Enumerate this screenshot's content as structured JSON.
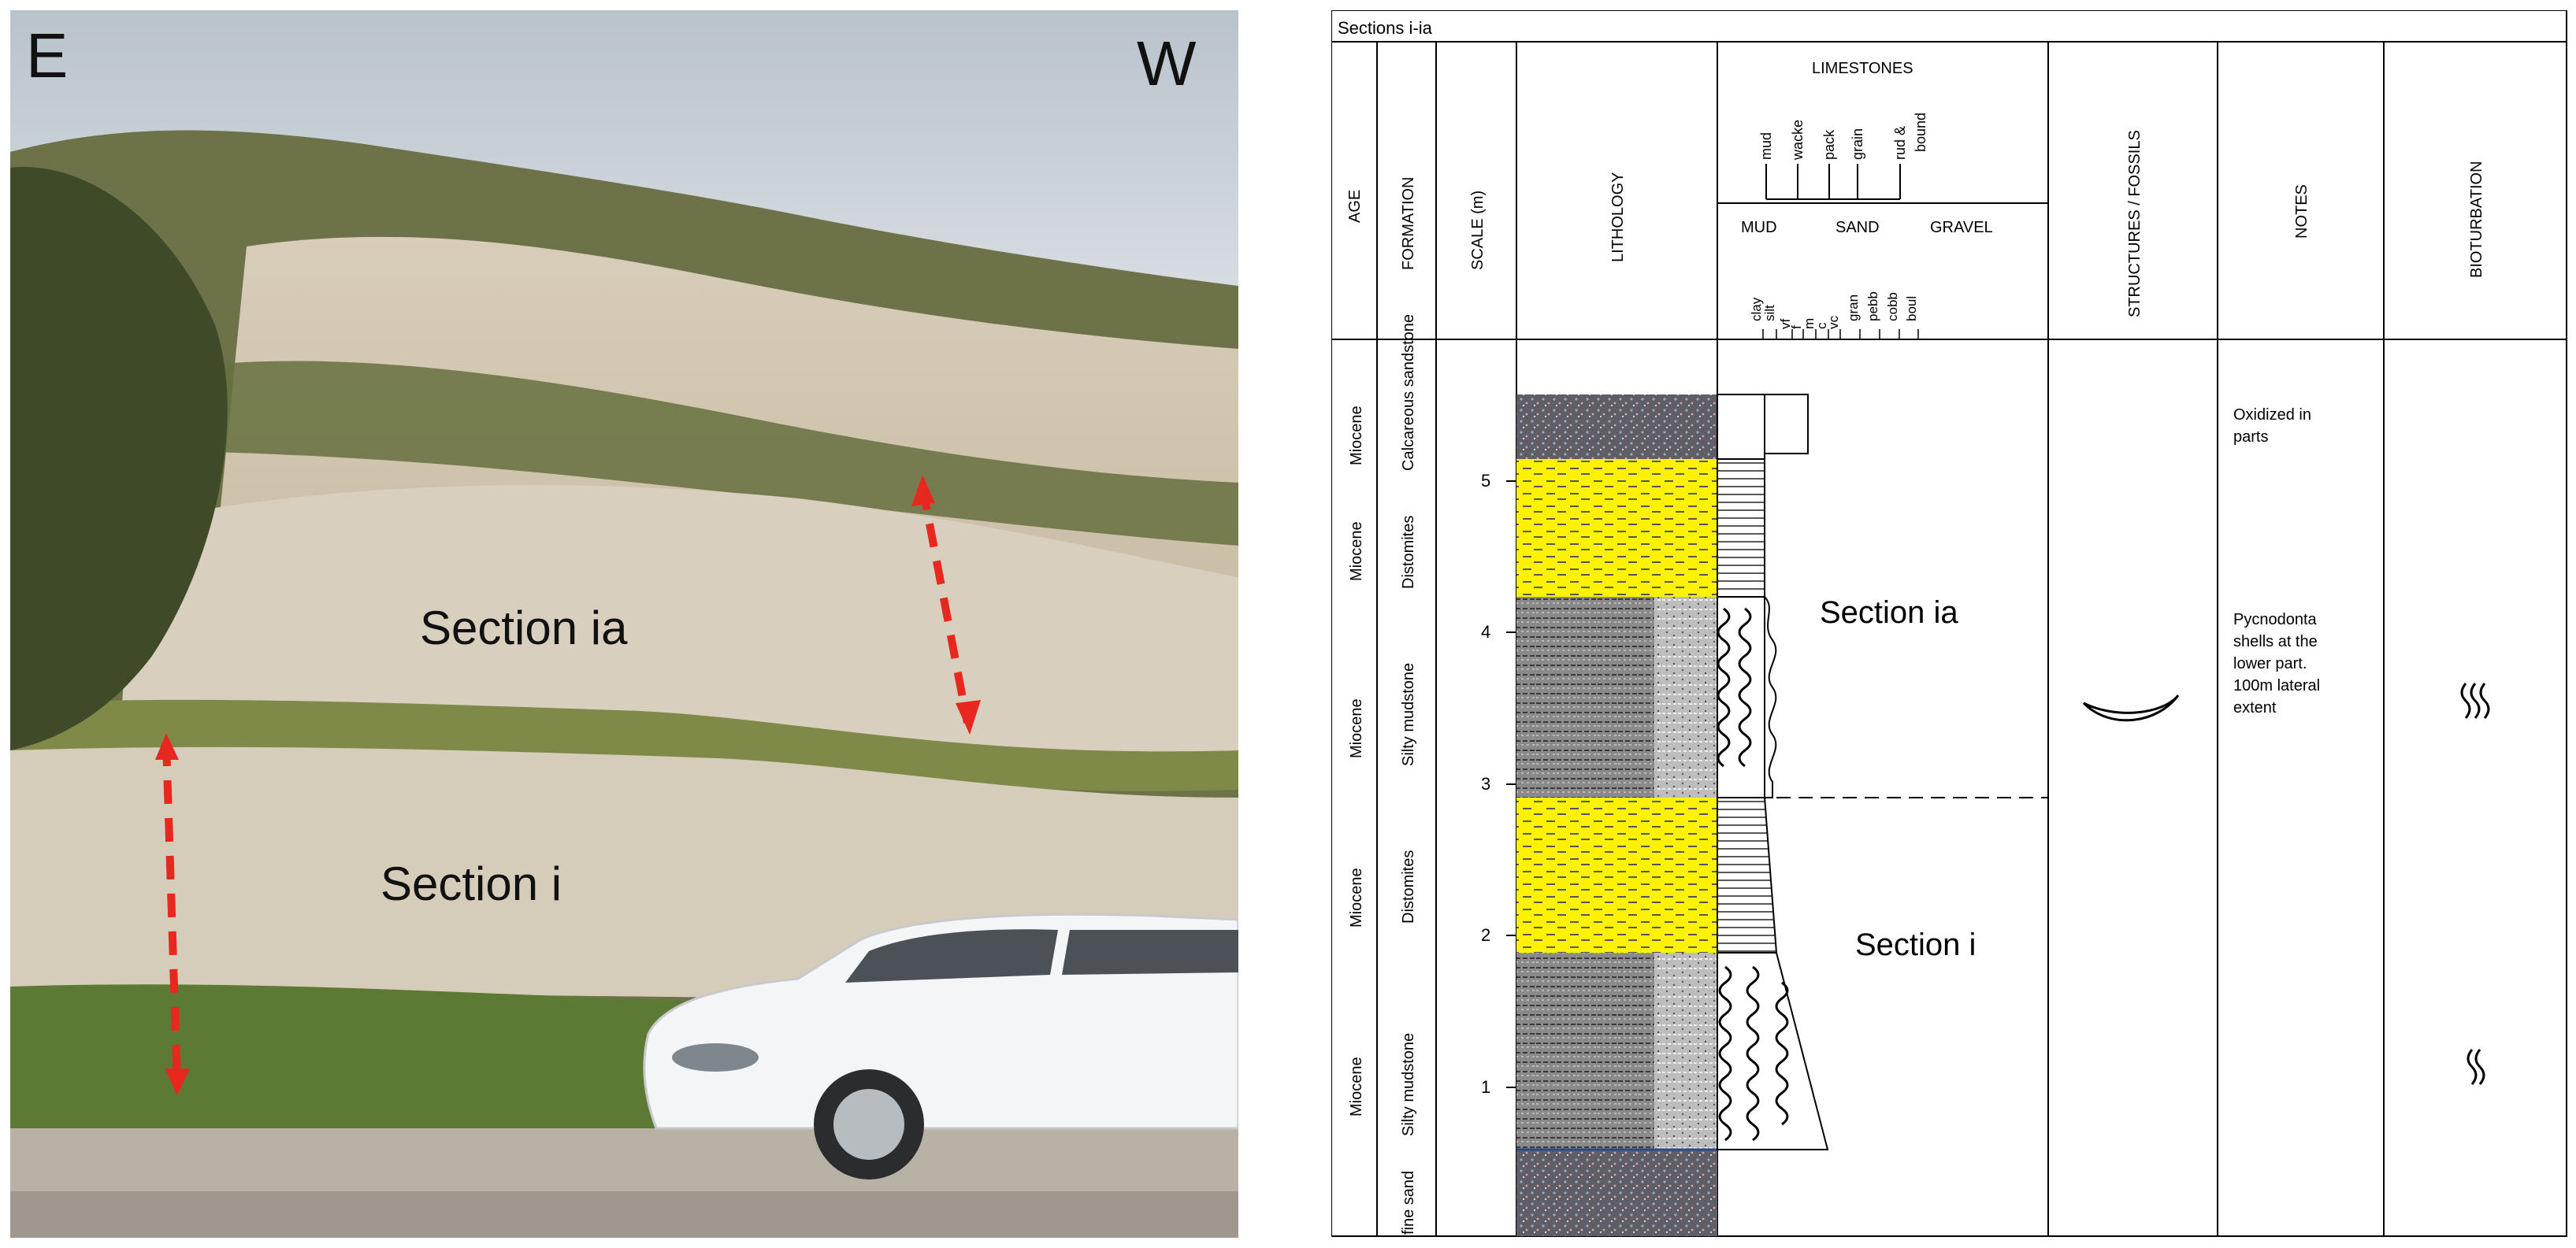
{
  "photo": {
    "direction_left": "E",
    "direction_right": "W",
    "label_upper": "Section ia",
    "label_lower": "Section i"
  },
  "log": {
    "title": "Sections i-ia",
    "headers": {
      "age": "AGE",
      "formation": "FORMATION",
      "scale": "SCALE (m)",
      "lithology": "LITHOLOGY",
      "limestones": "LIMESTONES",
      "structures": "STRUCTURES / FOSSILS",
      "notes": "NOTES",
      "bioturbation": "BIOTURBATION"
    },
    "limestone_types": [
      "mud",
      "wacke",
      "pack",
      "grain",
      "rud &",
      "bound"
    ],
    "grain_groups": [
      "MUD",
      "SAND",
      "GRAVEL"
    ],
    "grain_sizes": [
      "clay",
      "silt",
      "vf",
      "f",
      "m",
      "c",
      "vc",
      "gran",
      "pebb",
      "cobb",
      "boul"
    ],
    "scale_ticks": [
      "1",
      "2",
      "3",
      "4",
      "5"
    ],
    "units": [
      {
        "age": "Miocene",
        "formation": "Calcareous sandstone",
        "lithology": "sandstone"
      },
      {
        "age": "Miocene",
        "formation": "Distomites",
        "lithology": "diatomite"
      },
      {
        "age": "Miocene",
        "formation": "Silty mudstone",
        "lithology": "silty mudstone"
      },
      {
        "age": "Miocene",
        "formation": "Distomites",
        "lithology": "diatomite"
      },
      {
        "age": "Miocene",
        "formation": "Silty mudstone",
        "lithology": "silty mudstone"
      },
      {
        "age": "",
        "formation": "fine sand",
        "lithology": "sand"
      }
    ],
    "section_labels": [
      "Section ia",
      "Section i"
    ],
    "notes": [
      [
        "Oxidized in",
        "parts"
      ],
      [
        "Pycnodonta",
        "shells at the",
        "lower part.",
        "100m lateral",
        "extent"
      ]
    ],
    "colors": {
      "diatomite": "#fff200",
      "sandstone": "#6e6a70",
      "mudstone": "#8a8a8a",
      "arrow": "#e8271f"
    }
  }
}
